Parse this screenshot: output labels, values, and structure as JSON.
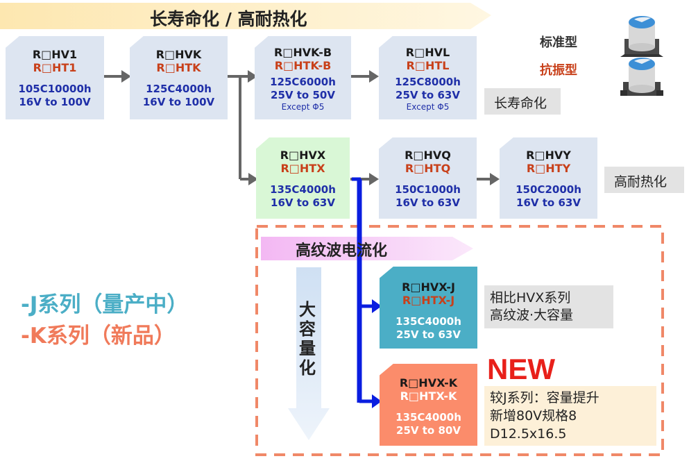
{
  "banner_top": "长寿命化 / 高耐热化",
  "banner_ripple": "高纹波电流化",
  "banner_capacity": "大容量化",
  "legend": {
    "standard": "标准型",
    "anti_vibration": "抗振型"
  },
  "cards": {
    "hv1": {
      "l1": "R□HV1",
      "l2": "R□HT1",
      "s1": "105C10000h",
      "s2": "16V to 100V"
    },
    "hvk": {
      "l1": "R□HVK",
      "l2": "R□HTK",
      "s1": "125C4000h",
      "s2": "16V to 100V"
    },
    "hvkb": {
      "l1": "R□HVK-B",
      "l2": "R□HTK-B",
      "s1": "125C6000h",
      "s2": "25V to 50V",
      "ex": "Except Φ5"
    },
    "hvl": {
      "l1": "R□HVL",
      "l2": "R□HTL",
      "s1": "125C8000h",
      "s2": "25V to 63V",
      "ex": "Except Φ5"
    },
    "hvx": {
      "l1": "R□HVX",
      "l2": "R□HTX",
      "s1": "135C4000h",
      "s2": "16V to 63V"
    },
    "hvq": {
      "l1": "R□HVQ",
      "l2": "R□HTQ",
      "s1": "150C1000h",
      "s2": "16V to 63V"
    },
    "hvy": {
      "l1": "R□HVY",
      "l2": "R□HTY",
      "s1": "150C2000h",
      "s2": "16V to 63V"
    },
    "hvxj": {
      "l1": "R□HVX-J",
      "l2": "R□HTX-J",
      "s1": "135C4000h",
      "s2": "25V to 63V"
    },
    "hvxk": {
      "l1": "R□HVX-K",
      "l2": "R□HTX-K",
      "s1": "135C4000h",
      "s2": "25V to 80V"
    }
  },
  "notes": {
    "long_life": "长寿命化",
    "high_temp": "高耐热化",
    "j_compare": [
      "相比HVX系列",
      "高纹波·大容量"
    ],
    "k_compare": [
      "较J系列：容量提升",
      "新增80V规格8",
      "D12.5x16.5"
    ]
  },
  "series_labels": {
    "j": "-J系列（量产中）",
    "k": "-K系列（新品）"
  },
  "new_badge": "NEW",
  "colors": {
    "card_blue": "#dde5f1",
    "card_green": "#d9f7d6",
    "card_teal": "#4baec6",
    "card_orange": "#fb8c6b",
    "red_text": "#c8401a",
    "spec_blue": "#1f2fa8",
    "j_label": "#4baec6",
    "k_label": "#f07a5a",
    "new_red": "#e8201a",
    "flow_blue": "#0a1ee0",
    "dashed_border": "#f08868"
  }
}
